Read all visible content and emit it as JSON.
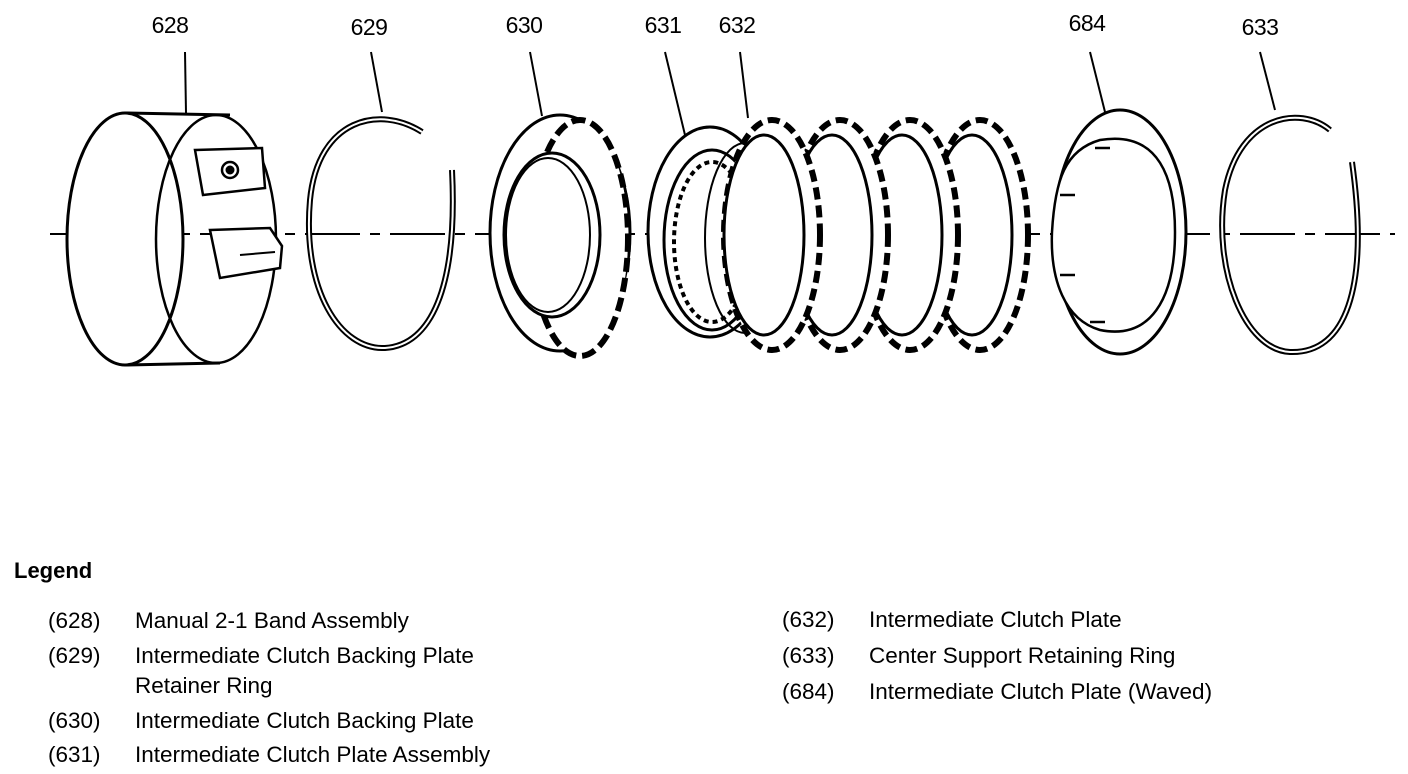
{
  "callouts": [
    {
      "id": "c628",
      "text": "628"
    },
    {
      "id": "c629",
      "text": "629"
    },
    {
      "id": "c630",
      "text": "630"
    },
    {
      "id": "c631",
      "text": "631"
    },
    {
      "id": "c632",
      "text": "632"
    },
    {
      "id": "c684",
      "text": "684"
    },
    {
      "id": "c633",
      "text": "633"
    }
  ],
  "legend": {
    "title": "Legend",
    "items": [
      {
        "num": "(628)",
        "desc": "Manual 2-1 Band Assembly"
      },
      {
        "num": "(629)",
        "desc": "Intermediate Clutch Backing Plate",
        "desc2": "Retainer Ring"
      },
      {
        "num": "(630)",
        "desc": "Intermediate Clutch Backing Plate"
      },
      {
        "num": "(631)",
        "desc": "Intermediate Clutch Plate Assembly"
      },
      {
        "num": "(632)",
        "desc": "Intermediate Clutch Plate"
      },
      {
        "num": "(633)",
        "desc": "Center Support Retaining Ring"
      },
      {
        "num": "(684)",
        "desc": "Intermediate Clutch Plate (Waved)"
      }
    ]
  }
}
